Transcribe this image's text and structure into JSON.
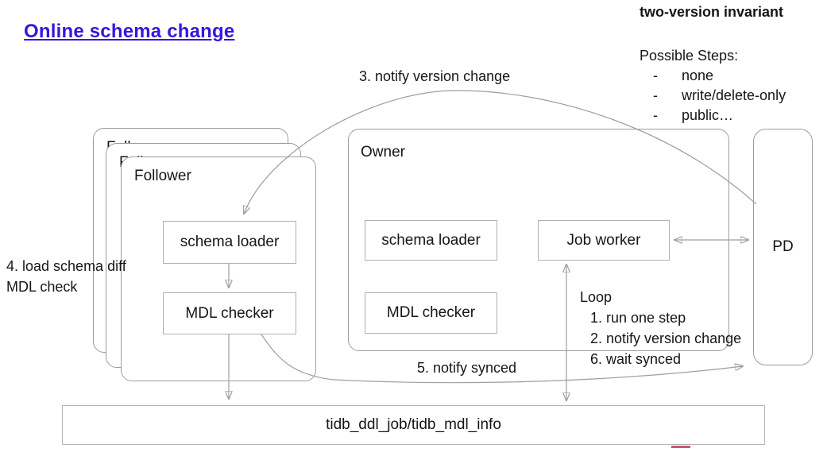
{
  "title": "Online schema change",
  "annotation": {
    "heading": "two-version invariant",
    "possible_steps_label": "Possible Steps:",
    "dash": "-",
    "possible_steps": [
      "none",
      "write/delete-only",
      "public…"
    ]
  },
  "follower": {
    "label": "Follower",
    "schema_loader": "schema loader",
    "mdl_checker": "MDL checker"
  },
  "owner": {
    "label": "Owner",
    "schema_loader": "schema loader",
    "mdl_checker": "MDL checker",
    "job_worker": "Job worker",
    "loop_label": "Loop",
    "loop_steps": [
      "1. run one step",
      "2. notify version change",
      "6. wait synced"
    ]
  },
  "pd": {
    "label": "PD"
  },
  "storage": {
    "label": "tidb_ddl_job/tidb_mdl_info"
  },
  "edge_labels": {
    "notify_version_change": "3. notify version change",
    "load_schema_diff_line1": "4. load schema diff",
    "load_schema_diff_line2": "MDL check",
    "notify_synced": "5. notify synced"
  },
  "colors": {
    "title_color": "#3318dd",
    "line_color": "#9e9e9e",
    "box_border": "#9c9c9c",
    "red_mark": "#c35b73"
  }
}
